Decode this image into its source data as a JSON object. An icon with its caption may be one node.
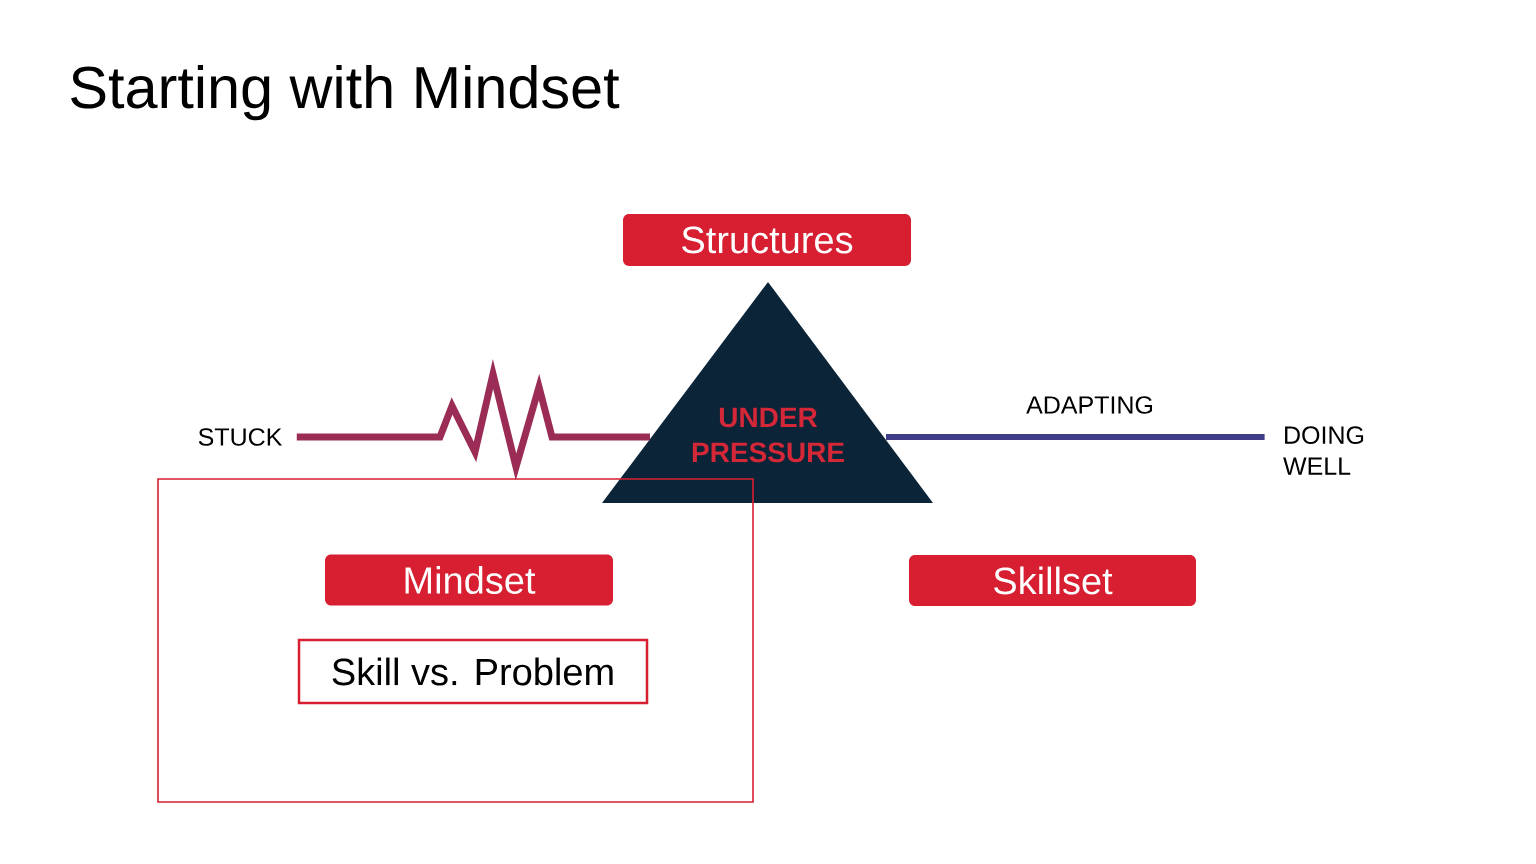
{
  "diagram": {
    "title": "Starting with Mindset",
    "nodes": [
      {
        "text": [
          "Structures"
        ]
      },
      {
        "text": [
          "STUCK"
        ]
      },
      {
        "text": [
          "UNDER PRESSURE"
        ]
      },
      {
        "text": [
          "DOING WELL"
        ]
      },
      {
        "text": [],
        "shape": "box"
      },
      {
        "text": [
          "Mindset"
        ],
        "in": 4
      },
      {
        "text": [
          "Skill vs. Problem"
        ],
        "in": 4
      },
      {
        "text": [
          "Skillset"
        ]
      }
    ],
    "edges": [
      {
        "from": 1,
        "to": 2,
        "arrow": "none",
        "color": "#9b2c56"
      },
      {
        "from": 2,
        "to": 3,
        "arrow": "none",
        "label": "ADAPTING",
        "color": "#3f3d88"
      }
    ]
  }
}
